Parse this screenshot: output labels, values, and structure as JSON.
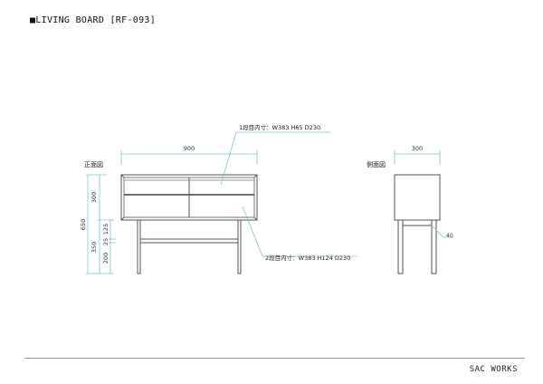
{
  "header": {
    "title": "■LIVING BOARD [RF-093]"
  },
  "front_view": {
    "label": "正面図",
    "width_dim": "900",
    "height_total_dim": "650",
    "body_height_dim": "300",
    "leg_height_dim": "350",
    "leg_segments": [
      "125",
      "25",
      "200"
    ],
    "drawer1_note": "1段目内寸：W383 H65 D230",
    "drawer2_note": "2段目内寸：W383 H124 D230"
  },
  "side_view": {
    "label": "側面図",
    "depth_dim": "300",
    "leg_dim": "40"
  },
  "footer": {
    "brand": "SAC WORKS"
  },
  "colors": {
    "line": "#555555",
    "dimension": "#7fc8cf",
    "text": "#222222"
  }
}
